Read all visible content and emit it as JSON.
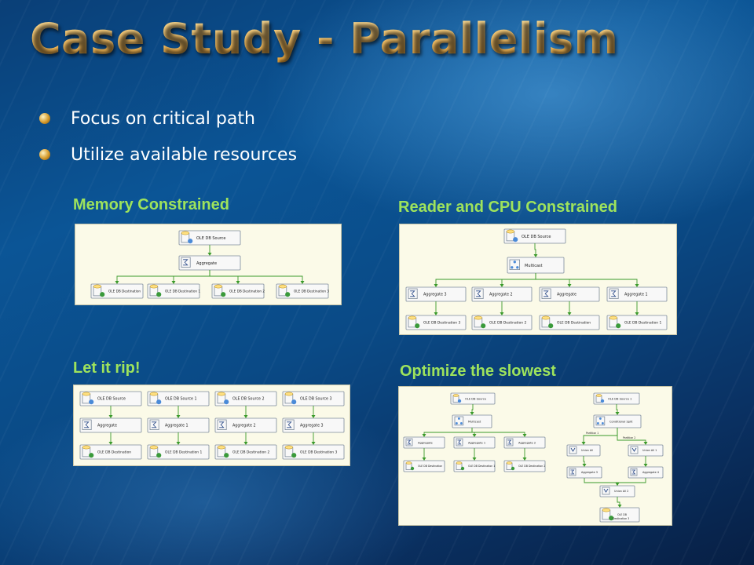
{
  "slide": {
    "title": "Case Study - Parallelism",
    "bullets": [
      "Focus on critical path",
      "Utilize available resources"
    ]
  },
  "captions": {
    "memory": "Memory Constrained",
    "reader": "Reader and CPU Constrained",
    "rip": "Let it rip!",
    "slowest": "Optimize the slowest"
  },
  "diagrams": {
    "memory": {
      "source": "OLE DB Source",
      "aggregate": "Aggregate",
      "destinations": [
        "OLE DB Destination",
        "OLE DB Destination 1",
        "OLE DB Destination 2",
        "OLE DB Destination 3"
      ]
    },
    "reader": {
      "source": "OLE DB Source",
      "multicast": "Multicast",
      "aggregates": [
        "Aggregate 3",
        "Aggregate 2",
        "Aggregate",
        "Aggregate 1"
      ],
      "destinations": [
        "OLE DB Destination 3",
        "OLE DB Destination 2",
        "OLE DB Destination",
        "OLE DB Destination 1"
      ]
    },
    "rip": {
      "sources": [
        "OLE DB Source",
        "OLE DB Source 1",
        "OLE DB Source 2",
        "OLE DB Source 3"
      ],
      "aggregates": [
        "Aggregate",
        "Aggregate 1",
        "Aggregate 2",
        "Aggregate 3"
      ],
      "destinations": [
        "OLE DB Destination",
        "OLE DB Destination 1",
        "OLE DB Destination 2",
        "OLE DB Destination 3"
      ]
    },
    "slowest": {
      "left": {
        "source": "OLE DB Source",
        "multicast": "Multicast",
        "aggregates": [
          "Aggregate",
          "Aggregate 1",
          "Aggregate 2"
        ],
        "destinations": [
          "OLE DB Destination",
          "OLE DB Destination 1",
          "OLE DB Destination 2"
        ]
      },
      "right": {
        "source": "OLE DB Source 1",
        "split": "Conditional Split",
        "partition1": "Partition 1",
        "partition2": "Partition 2",
        "unions": [
          "Union All",
          "Union All 1"
        ],
        "aggregates": [
          "Aggregate 3",
          "Aggregate 4"
        ],
        "union2": "Union All 2",
        "dest_line1": "OLE DB",
        "dest_line2": "Destination 3"
      }
    }
  },
  "colors": {
    "title": "#f6c66a",
    "caption": "#9ee35c",
    "link": "#3a9a2a"
  },
  "icons": [
    "bullet-icon",
    "ole-db-source-icon",
    "aggregate-icon",
    "multicast-icon",
    "ole-db-destination-icon",
    "conditional-split-icon",
    "union-all-icon"
  ]
}
